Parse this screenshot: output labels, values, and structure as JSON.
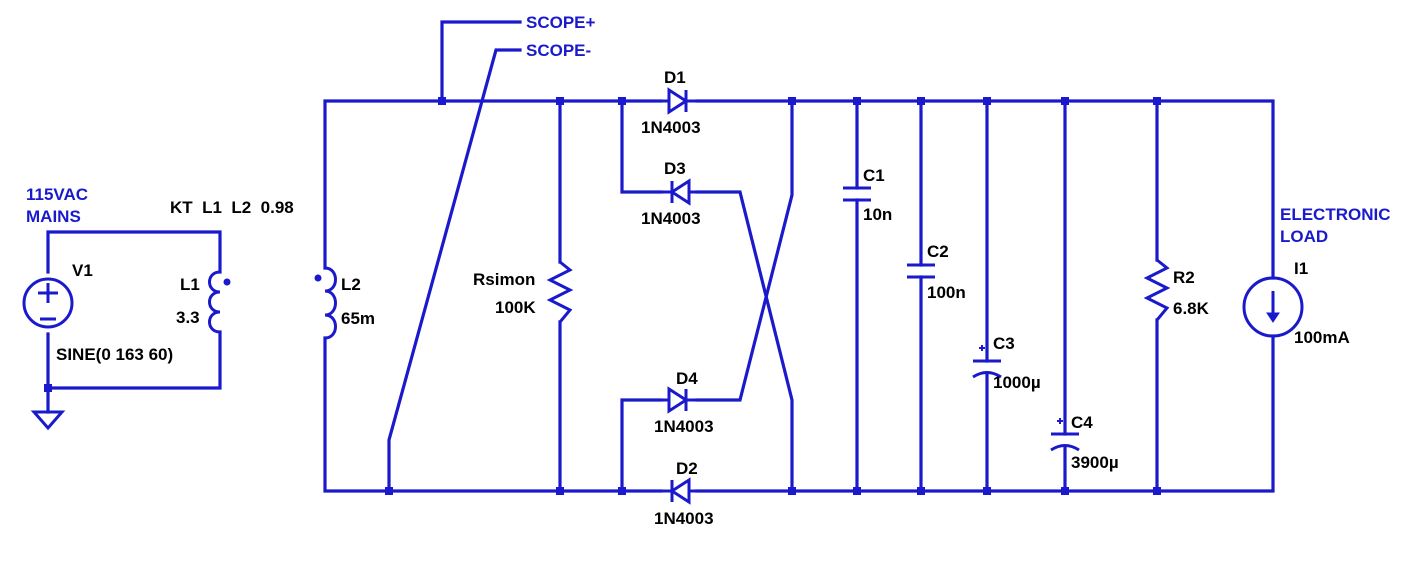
{
  "colors": {
    "wire": "#1a1acc",
    "text": "#000000",
    "net_label": "#1a1acc"
  },
  "net_labels": {
    "scope_plus": "SCOPE+",
    "scope_minus": "SCOPE-"
  },
  "comments": {
    "mains_line1": "115VAC",
    "mains_line2": "MAINS",
    "load_line1": "ELECTRONIC",
    "load_line2": "LOAD",
    "coupling": "KT  L1  L2  0.98"
  },
  "components": {
    "V1": {
      "ref": "V1",
      "value": "SINE(0 163 60)"
    },
    "L1": {
      "ref": "L1",
      "value": "3.3"
    },
    "L2": {
      "ref": "L2",
      "value": "65m"
    },
    "Rsimon": {
      "ref": "Rsimon",
      "value": "100K"
    },
    "D1": {
      "ref": "D1",
      "value": "1N4003"
    },
    "D2": {
      "ref": "D2",
      "value": "1N4003"
    },
    "D3": {
      "ref": "D3",
      "value": "1N4003"
    },
    "D4": {
      "ref": "D4",
      "value": "1N4003"
    },
    "C1": {
      "ref": "C1",
      "value": "10n"
    },
    "C2": {
      "ref": "C2",
      "value": "100n"
    },
    "C3": {
      "ref": "C3",
      "value": "1000µ"
    },
    "C4": {
      "ref": "C4",
      "value": "3900µ"
    },
    "R2": {
      "ref": "R2",
      "value": "6.8K"
    },
    "I1": {
      "ref": "I1",
      "value": "100mA"
    }
  },
  "icons": {
    "ground": "ground-icon",
    "voltage_source": "voltage-source-icon",
    "current_source": "current-source-icon"
  }
}
